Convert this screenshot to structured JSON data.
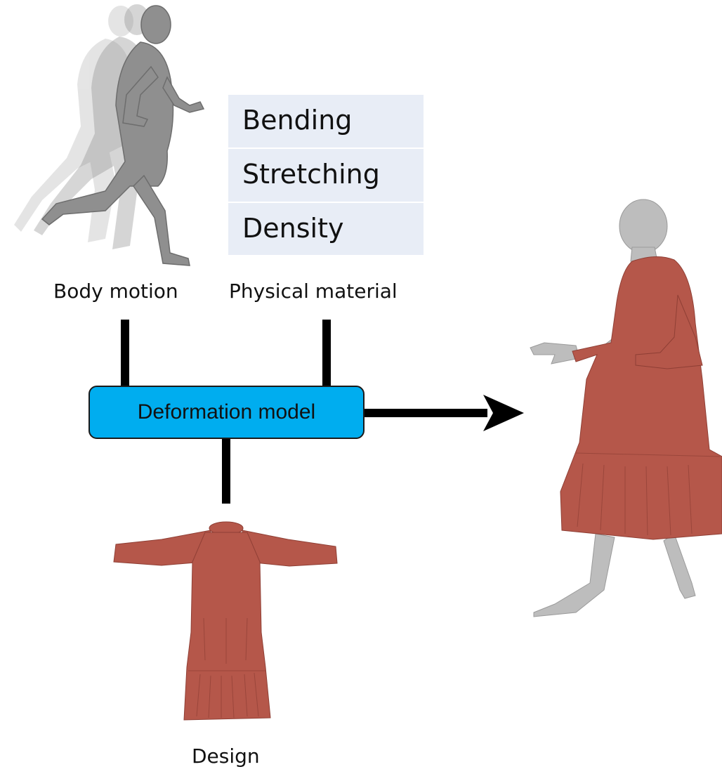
{
  "inputs": {
    "body_motion_label": "Body motion",
    "physical_material_label": "Physical material",
    "design_label": "Design"
  },
  "material_properties": [
    "Bending",
    "Stretching",
    "Density"
  ],
  "model": {
    "label": "Deformation model"
  },
  "colors": {
    "model_fill": "#00adef",
    "material_table_fill": "#e8edf6",
    "garment": "#b5574a",
    "body": "#9a9a9a",
    "connector": "#000000"
  }
}
